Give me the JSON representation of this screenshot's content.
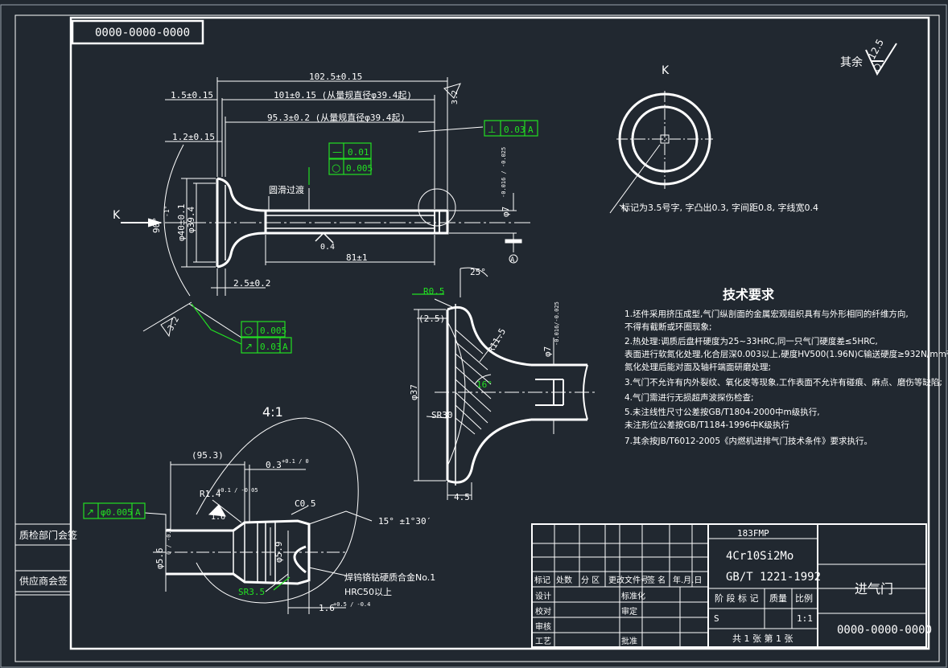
{
  "title_block": {
    "drawing_no": "0000-0000-0000",
    "drawing_no_bottom": "0000-0000-0000",
    "part_code": "183FMP",
    "material": "4Cr10Si2Mo",
    "standard": "GB/T 1221-1992",
    "part_name": "进气门",
    "rev_headers": [
      "标记",
      "处数",
      "分 区",
      "更改文件号",
      "签 名",
      "年.月.日"
    ],
    "roles": [
      "设计",
      "校对",
      "审核",
      "工艺"
    ],
    "roles2": [
      "标准化",
      "审定",
      "",
      "批准"
    ],
    "stage_headers": [
      "阶 段 标 记",
      "质量",
      "比例"
    ],
    "stage_value": "S",
    "scale": "1:1",
    "sheets": "共 1 张   第 1 张"
  },
  "side_labels": [
    "质检部门会签",
    "供应商会签"
  ],
  "surface": {
    "note": "其余",
    "value": "12.5"
  },
  "view_k": {
    "label": "K",
    "note": "标记为3.5号字, 字凸出0.3, 字间距0.8, 字线宽0.4"
  },
  "main_view": {
    "view_arrow_label": "K",
    "dims": {
      "d_102_5": "102.5±0.15",
      "d_101": "101±0.15 (从量规直径φ39.4起)",
      "d_95_3": "95.3±0.2 (从量规直径φ39.4起)",
      "d_1_5": "1.5±0.15",
      "d_1_2": "1.2±0.15",
      "d_2_5": "2.5±0.2",
      "d_81": "81±1",
      "d_phi40": "φ40±0.1",
      "d_phi39": "φ39.4",
      "d_angle": "90°",
      "d_angle_tol": "-1°",
      "d_phi7": "φ7",
      "d_phi7_tol": "-0.016 / -0.025",
      "rough_a3": "3.2",
      "rough_stem": "0.4",
      "rough_face": "3.2",
      "datum": "A"
    },
    "note_smooth": "圆滑过渡",
    "fcf_straight": [
      "—",
      "0.01"
    ],
    "fcf_round": [
      "○",
      "0.005"
    ],
    "fcf_perp": [
      "⊥",
      "0.03",
      "A"
    ],
    "fcf_face_round": [
      "○",
      "0.005"
    ],
    "fcf_face_runout": [
      "↗",
      "0.03",
      "A"
    ]
  },
  "detail_view": {
    "dims": {
      "d_r0_5": "R0.5",
      "d_25": "25°",
      "d_2_5": "(2.5)",
      "d_r11_5": "R11.5",
      "d_phi7": "φ7",
      "d_phi7_tol": "-0.016/-0.025",
      "d_16": "16°",
      "d_phi37": "φ37",
      "d_sr30": "SR30",
      "d_4_5": "4.5"
    }
  },
  "tech_req": {
    "title": "技术要求",
    "items": [
      "1.坯件采用挤压成型,气门纵剖面的金属宏观组织具有与外形相同的纤维方向,",
      "   不得有截断或环圈现象;",
      "2.热处理:调质后盘杆硬度为25~33HRC,同一只气门硬度差≤5HRC,",
      "   表面进行软氮化处理,化合层深0.003以上,硬度HV500(1.96N)C输送硬度≥932N/mm²,",
      "   氮化处理后能对面及轴杆端面研磨处理;",
      "3.气门不允许有内外裂纹、氧化皮等现象,工作表面不允许有碰痕、麻点、磨伤等缺陷;",
      "4.气门需进行无损超声波探伤检查;",
      "5.未注线性尺寸公差按GB/T1804-2000中m级执行,",
      "   未注形位公差按GB/T1184-1996中K级执行",
      "7.其余按JB/T6012-2005《内燃机进排气门技术条件》要求执行。"
    ]
  },
  "tip_detail": {
    "scale": "4:1",
    "dims": {
      "d_95_3": "(95.3)",
      "d_0_3": "0.3",
      "d_0_3_tol": "+0.1 / 0",
      "d_r1_4": "R1.4",
      "d_r1_4_tol": "+0.1 / -0.05",
      "d_c0_5": "C0.5",
      "d_15": "15° ±1°30′",
      "d_phi5_9": "φ5.9",
      "d_phi5_6": "φ5.6",
      "d_phi5_6_tol": "0 / -0.1",
      "d_1_6": "1.6",
      "d_1_6_tol": "+0.5 / -0.4",
      "rough": "1.6",
      "sr3_5": "SR3.5"
    },
    "fcf_runout": [
      "↗",
      "φ0.005",
      "A"
    ],
    "note_weld": "焊钨铬钴硬质合金No.1",
    "note_hrc": "HRC50以上"
  },
  "colors": {
    "bg": "#212830",
    "line": "#ffffff",
    "green": "#22e022"
  }
}
